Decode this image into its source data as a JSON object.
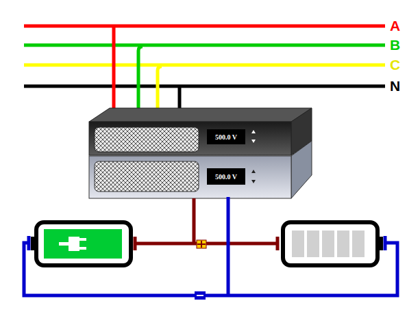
{
  "diagram": {
    "nodes": [
      {
        "text": [
          "500.0 V"
        ]
      },
      {
        "text": [
          "500.0 V"
        ]
      }
    ],
    "labels": [
      "A",
      "B",
      "C",
      "N"
    ]
  }
}
